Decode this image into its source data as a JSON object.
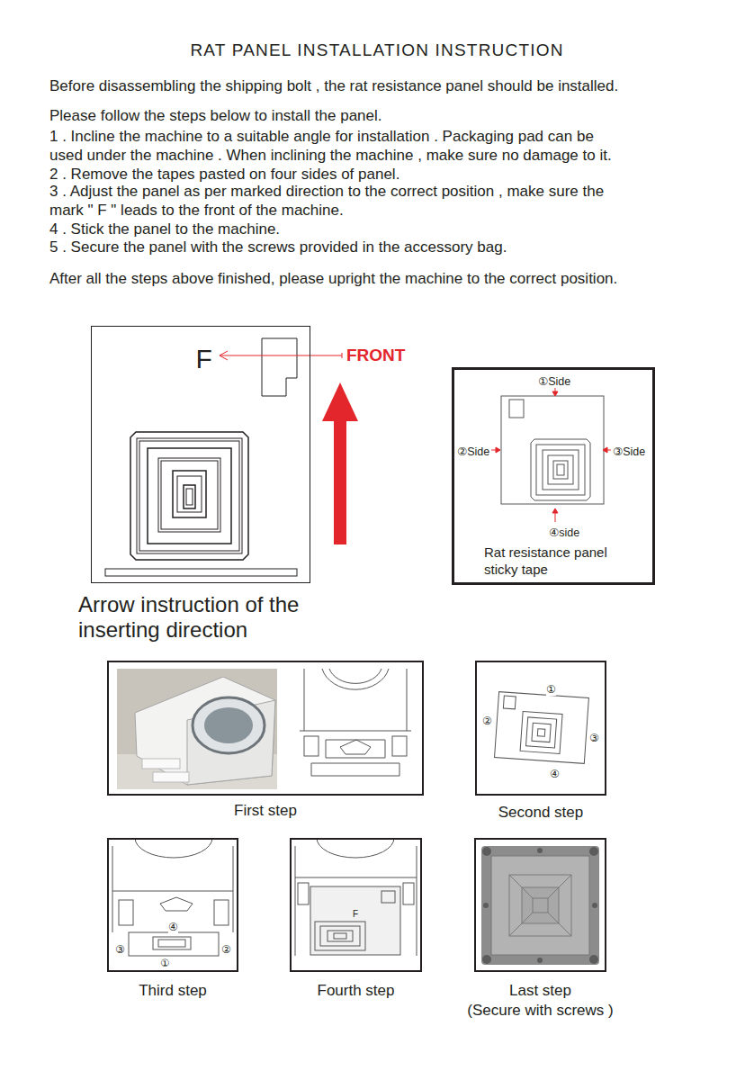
{
  "diagram": {
    "title": "RAT PANEL INSTALLATION INSTRUCTION",
    "nodes": [
      {
        "text": [
          "F"
        ]
      },
      {
        "text": [
          "①Side",
          "②Side",
          "③Side",
          "④side",
          "Rat resistance panel sticky tape"
        ]
      },
      {
        "text": [
          "First step"
        ]
      },
      {
        "text": [
          "①",
          "②",
          "③",
          "④",
          "Second step"
        ]
      },
      {
        "text": [
          "④",
          "③",
          "②",
          "①",
          "Third step"
        ]
      },
      {
        "text": [
          "F",
          "Fourth step"
        ]
      },
      {
        "text": [
          "Last step",
          "(Secure with screws )"
        ]
      }
    ],
    "labels": [
      "Before disassembling the shipping bolt , the rat resistance panel should be installed.",
      "Please follow the steps below to install the panel.",
      "1 . Incline the machine to a suitable angle for installation . Packaging pad can be used under the machine . When inclining the machine , make sure no damage to it.",
      "2 . Remove the tapes pasted on four sides of panel.",
      "3 . Adjust the panel as per marked direction to the correct position , make sure the mark \" F \" leads to the front of the machine.",
      "4 . Stick the panel to the machine.",
      "5 . Secure the panel with the screws provided in the accessory bag.",
      "After all the steps above finished, please upright the machine to the correct position.",
      "FRONT",
      "Arrow instruction of the inserting direction"
    ]
  }
}
